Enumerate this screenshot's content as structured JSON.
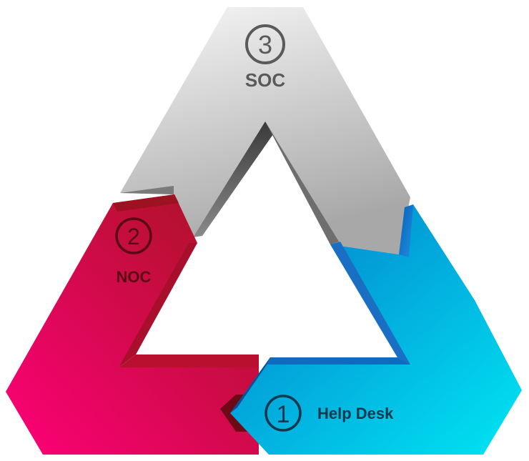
{
  "cycle": {
    "steps": [
      {
        "number": "1",
        "label": "Help Desk"
      },
      {
        "number": "2",
        "label": "NOC"
      },
      {
        "number": "3",
        "label": "SOC"
      }
    ]
  },
  "colors": {
    "help_desk_light": "#00E6F4",
    "help_desk_dark": "#0478C8",
    "help_desk_text": "#14394F",
    "noc_light": "#FF0079",
    "noc_dark": "#A6141F",
    "noc_text": "#5A0A14",
    "soc_light": "#F7F7F7",
    "soc_dark": "#9C9C9C",
    "soc_text": "#5A5A5A"
  }
}
